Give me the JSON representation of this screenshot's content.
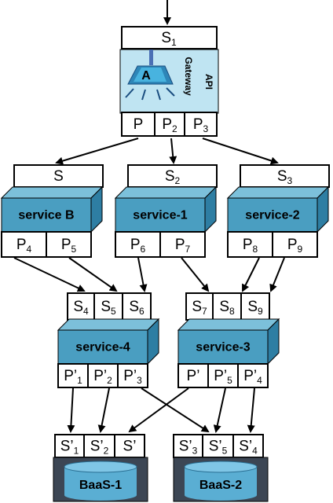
{
  "colors": {
    "service_front": "#4a9ec1",
    "service_top": "#7cc0da",
    "service_side": "#2e7ea3",
    "gateway_bg": "#bfe4f2",
    "baas_frame": "#3c4654",
    "baas_disk": "#5aaed3",
    "arrow": "#000000"
  },
  "icons": [
    "api-gateway-icon",
    "database-icon"
  ],
  "gateway": {
    "top": {
      "base": "S",
      "sub": "1"
    },
    "label_line1": "API",
    "label_line2": "Gateway",
    "letter": "A",
    "ports": [
      {
        "base": "P",
        "sub": ""
      },
      {
        "base": "P",
        "sub": "2"
      },
      {
        "base": "P",
        "sub": "3"
      }
    ]
  },
  "level1": [
    {
      "name": "service B",
      "top": {
        "base": "S",
        "sub": ""
      },
      "ports": [
        {
          "base": "P",
          "sub": "4"
        },
        {
          "base": "P",
          "sub": "5"
        }
      ]
    },
    {
      "name": "service-1",
      "top": {
        "base": "S",
        "sub": "2"
      },
      "ports": [
        {
          "base": "P",
          "sub": "6"
        },
        {
          "base": "P",
          "sub": "7"
        }
      ]
    },
    {
      "name": "service-2",
      "top": {
        "base": "S",
        "sub": "3"
      },
      "ports": [
        {
          "base": "P",
          "sub": "8"
        },
        {
          "base": "P",
          "sub": "9"
        }
      ]
    }
  ],
  "level2": [
    {
      "name": "service-4",
      "top": [
        {
          "base": "S",
          "sub": "4"
        },
        {
          "base": "S",
          "sub": "5"
        },
        {
          "base": "S",
          "sub": "6"
        }
      ],
      "ports": [
        {
          "base": "P’",
          "sub": "1"
        },
        {
          "base": "P’",
          "sub": "2"
        },
        {
          "base": "P’",
          "sub": "3"
        }
      ]
    },
    {
      "name": "service-3",
      "top": [
        {
          "base": "S",
          "sub": "7"
        },
        {
          "base": "S",
          "sub": "8"
        },
        {
          "base": "S",
          "sub": "9"
        }
      ],
      "ports": [
        {
          "base": "P’",
          "sub": ""
        },
        {
          "base": "P’",
          "sub": "5"
        },
        {
          "base": "P’",
          "sub": "4"
        }
      ]
    }
  ],
  "baas": [
    {
      "name": "BaaS-1",
      "top": [
        {
          "base": "S’",
          "sub": "1"
        },
        {
          "base": "S’",
          "sub": "2"
        },
        {
          "base": "S’",
          "sub": ""
        }
      ]
    },
    {
      "name": "BaaS-2",
      "top": [
        {
          "base": "S’",
          "sub": "3"
        },
        {
          "base": "S’",
          "sub": "5"
        },
        {
          "base": "S’",
          "sub": "4"
        }
      ]
    }
  ]
}
